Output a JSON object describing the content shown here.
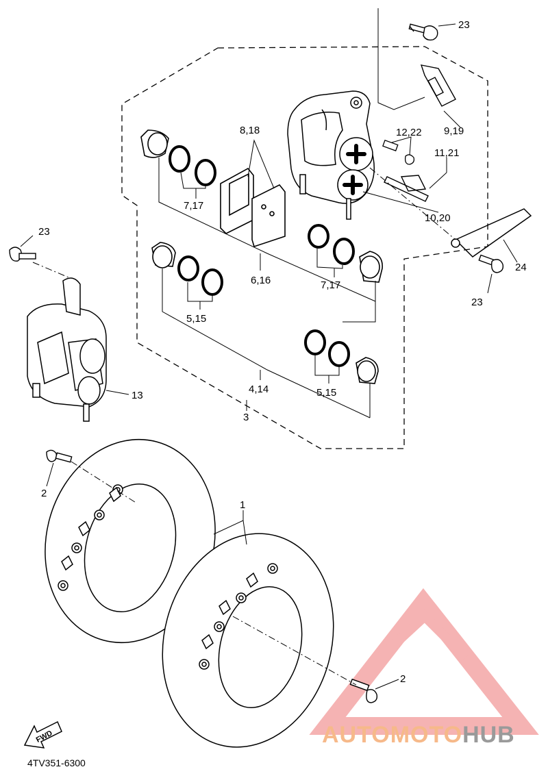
{
  "labels": {
    "l23a": "23",
    "l23b": "23",
    "l23c": "23",
    "l24": "24",
    "l9_19": "9,19",
    "l12_22": "12,22",
    "l11_21": "11,21",
    "l10_20": "10,20",
    "l8_18": "8,18",
    "l7_17a": "7,17",
    "l7_17b": "7,17",
    "l6_16": "6,16",
    "l5_15a": "5,15",
    "l5_15b": "5,15",
    "l4_14": "4,14",
    "l3": "3",
    "l13": "13",
    "l1": "1",
    "l2a": "2",
    "l2b": "2",
    "fwd": "FWD"
  },
  "catalog_code": "4TV351-6300",
  "watermark": {
    "part1": "AUTOMOTO",
    "part2": "HUB",
    "color1": "#f6b98a",
    "color2": "#9a9a9a",
    "triangle_color": "#f29a9a"
  }
}
